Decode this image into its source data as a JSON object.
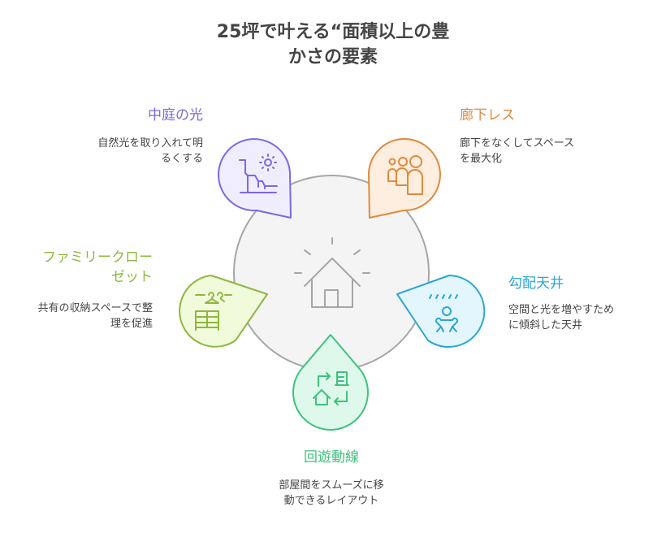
{
  "title": {
    "line1": "25坪で叶える“面積以上の豊",
    "line2": "かさの要素"
  },
  "center": {
    "icon": "house-glow-icon",
    "stroke": "#a6a6a6",
    "fill": "#f4f4f4"
  },
  "elements": [
    {
      "label": "中庭の光",
      "description_line1": "自然光を取り入れて明",
      "description_line2": "るくする",
      "icon": "courtyard-sun-icon",
      "stroke": "#7b68e6",
      "fill": "#f0eefe",
      "label_color": "#7b68e6"
    },
    {
      "label": "廊下レス",
      "description_line1": "廊下をなくしてスペース",
      "description_line2": "を最大化",
      "icon": "people-group-icon",
      "stroke": "#e08a3c",
      "fill": "#fdeedf",
      "label_color": "#e08a3c"
    },
    {
      "label_line1": "ファミリークロー",
      "label_line2": "ゼット",
      "description_line1": "共有の収納スペースで整",
      "description_line2": "理を促進",
      "icon": "hanger-dresser-icon",
      "stroke": "#8db83c",
      "fill": "#f1fbdc",
      "label_color": "#8db83c"
    },
    {
      "label": "勾配天井",
      "description_line1": "空間と光を増やすため",
      "description_line2": "に傾斜した天井",
      "icon": "person-rain-ceiling-icon",
      "stroke": "#2aa6d6",
      "fill": "#e4f6fd",
      "label_color": "#2aa6d6"
    },
    {
      "label": "回遊動線",
      "description_line1": "部屋間をスムーズに移",
      "description_line2": "動できるレイアウト",
      "icon": "circulation-flow-icon",
      "stroke": "#3ec27d",
      "fill": "#def9eb",
      "label_color": "#3ec27d"
    }
  ]
}
